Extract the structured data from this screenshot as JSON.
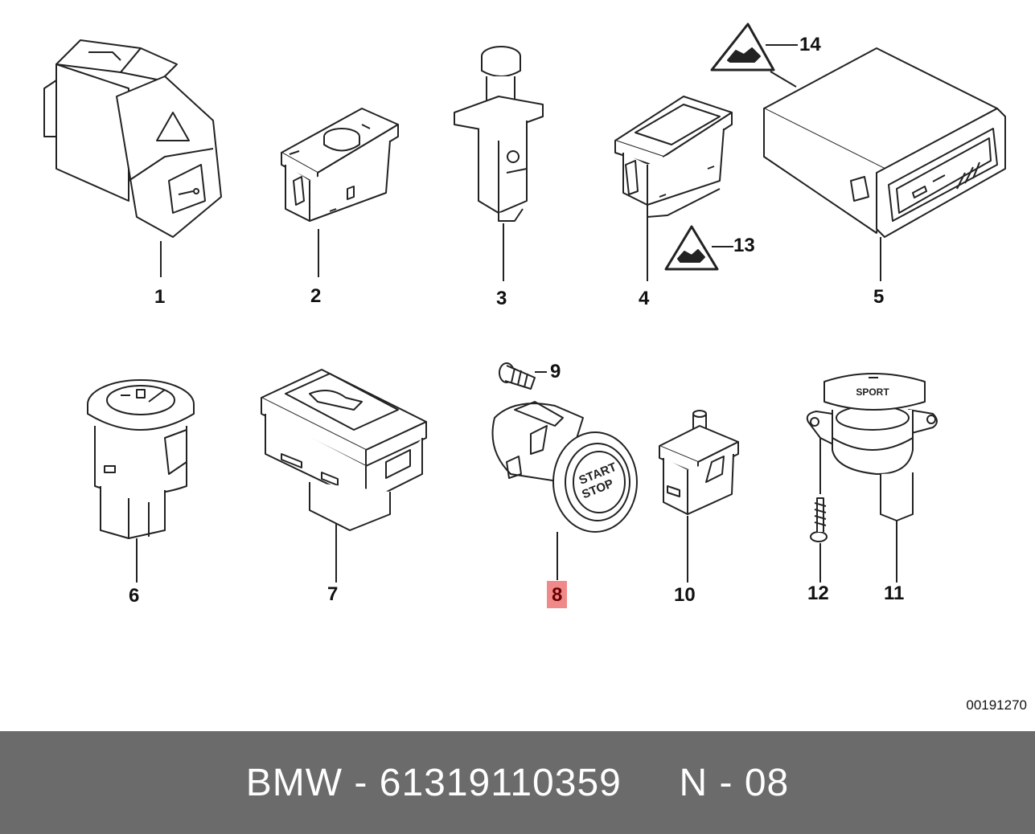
{
  "callouts": {
    "p1": "1",
    "p2": "2",
    "p3": "3",
    "p4": "4",
    "p5": "5",
    "p6": "6",
    "p7": "7",
    "p8": "8",
    "p9": "9",
    "p10": "10",
    "p11": "11",
    "p12": "12",
    "p13": "13",
    "p14": "14"
  },
  "highlighted_callout": "8",
  "highlight_color": "#f08a8a",
  "part_labels": {
    "start": "START",
    "stop": "STOP",
    "sport": "SPORT"
  },
  "image_code": "00191270",
  "footer": {
    "text": "BMW - 61319110359     N - 08",
    "background": "#6b6b6b"
  }
}
